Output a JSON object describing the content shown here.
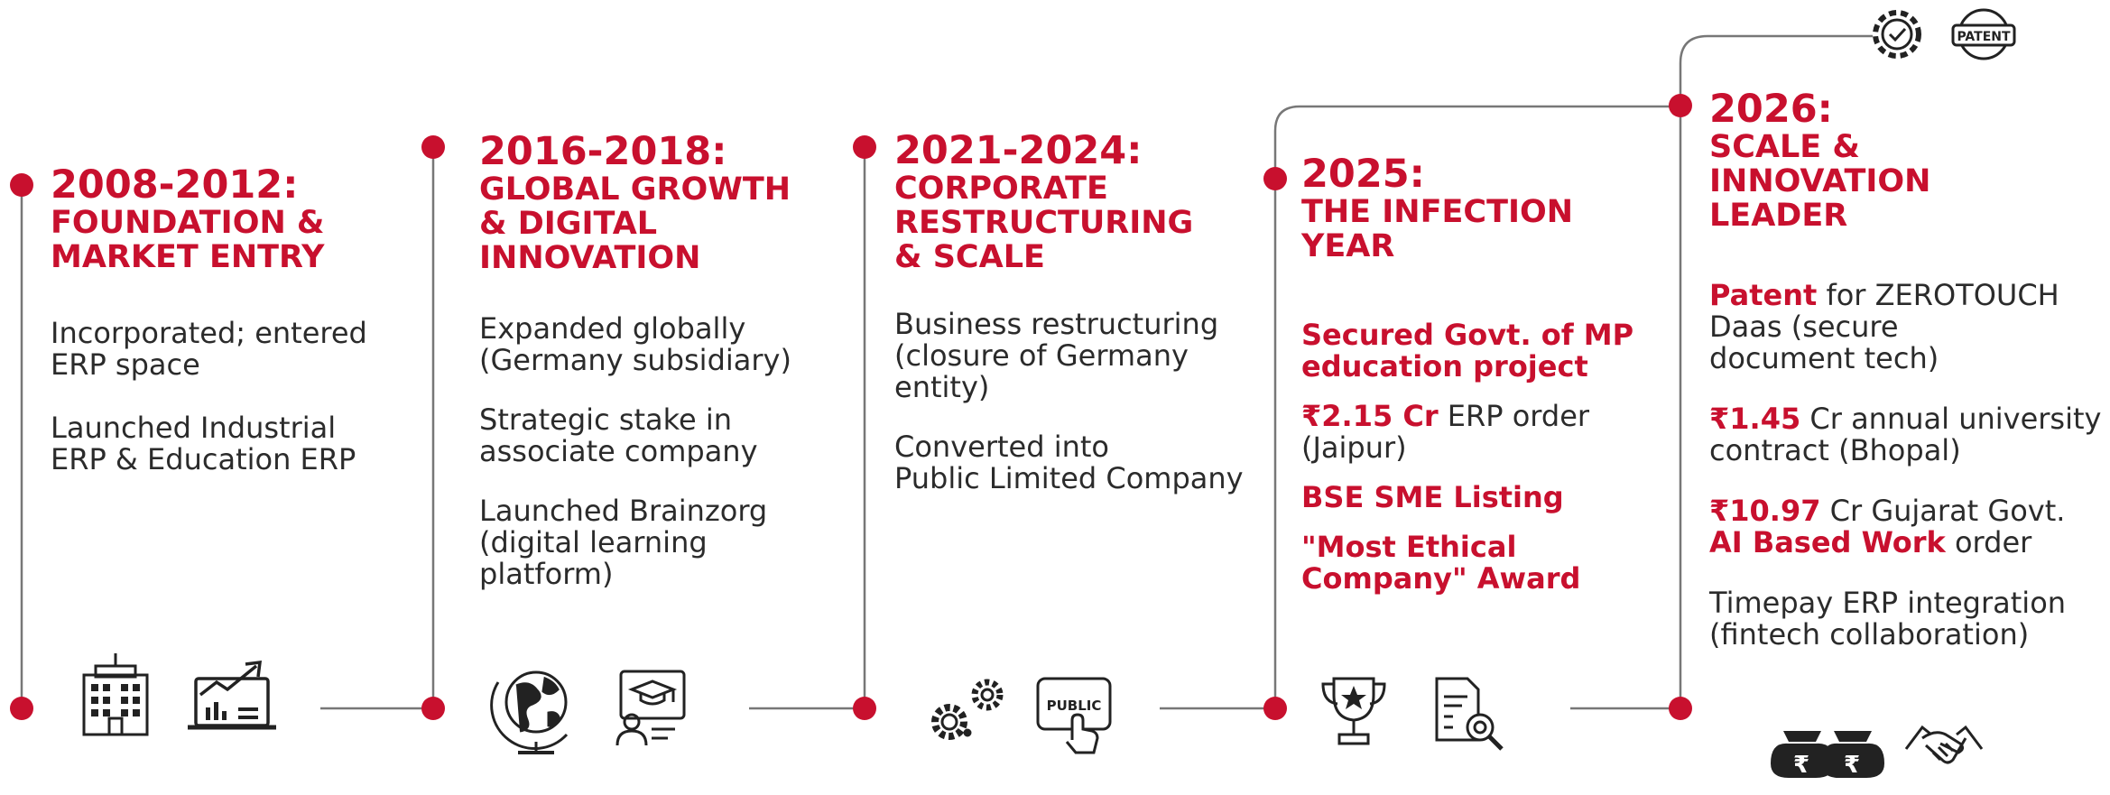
{
  "colors": {
    "accent": "#c8102e",
    "line": "#777777",
    "text": "#2b2b2b",
    "icon": "#222222"
  },
  "phases": [
    {
      "year": "2008-2012:",
      "subtitle": "FOUNDATION &\nMARKET ENTRY",
      "items": [
        "Incorporated; entered\nERP space",
        "Launched Industrial\nERP & Education ERP"
      ],
      "icons": [
        "building-icon",
        "growth-chart-icon"
      ]
    },
    {
      "year": "2016-2018:",
      "subtitle": "GLOBAL GROWTH\n& DIGITAL\nINNOVATION",
      "items": [
        "Expanded globally\n(Germany subsidiary)",
        "Strategic stake in\nassociate company",
        "Launched Brainzorg\n(digital learning\nplatform)"
      ],
      "icons": [
        "globe-icon",
        "online-education-icon"
      ]
    },
    {
      "year": "2021-2024:",
      "subtitle": "CORPORATE\nRESTRUCTURING\n& SCALE",
      "items": [
        "Business restructuring\n(closure of Germany\nentity)",
        "Converted into\nPublic Limited Company"
      ],
      "icons": [
        "gears-icon",
        "public-button-icon"
      ],
      "public_label": "PUBLIC"
    },
    {
      "year": "2025:",
      "subtitle": "THE INFECTION\nYEAR",
      "items": [
        "Secured Govt. of MP\neducation project",
        {
          "bold": "₹2.15 Cr",
          "rest": " ERP order\n(Jaipur)"
        },
        "BSE SME Listing",
        "\"Most Ethical\nCompany\" Award"
      ],
      "icons": [
        "trophy-icon",
        "document-search-icon"
      ]
    },
    {
      "year": "2026:",
      "subtitle": "SCALE &\nINNOVATION\nLEADER",
      "items": [
        {
          "bold": "Patent",
          "rest": " for ZEROTOUCH\nDaas (secure\ndocument tech)"
        },
        {
          "bold": "₹1.45",
          "rest": " Cr annual university\ncontract (Bhopal)"
        },
        {
          "bold": "₹10.97",
          "rest": " Cr Gujarat Govt.",
          "bold2": "AI Based Work",
          "rest2": " order"
        },
        "Timepay ERP integration\n(fintech collaboration)"
      ],
      "icons": [
        "money-bags-icon",
        "handshake-icon",
        "gear-check-icon",
        "patent-stamp-icon"
      ],
      "patent_label": "PATENT"
    }
  ]
}
